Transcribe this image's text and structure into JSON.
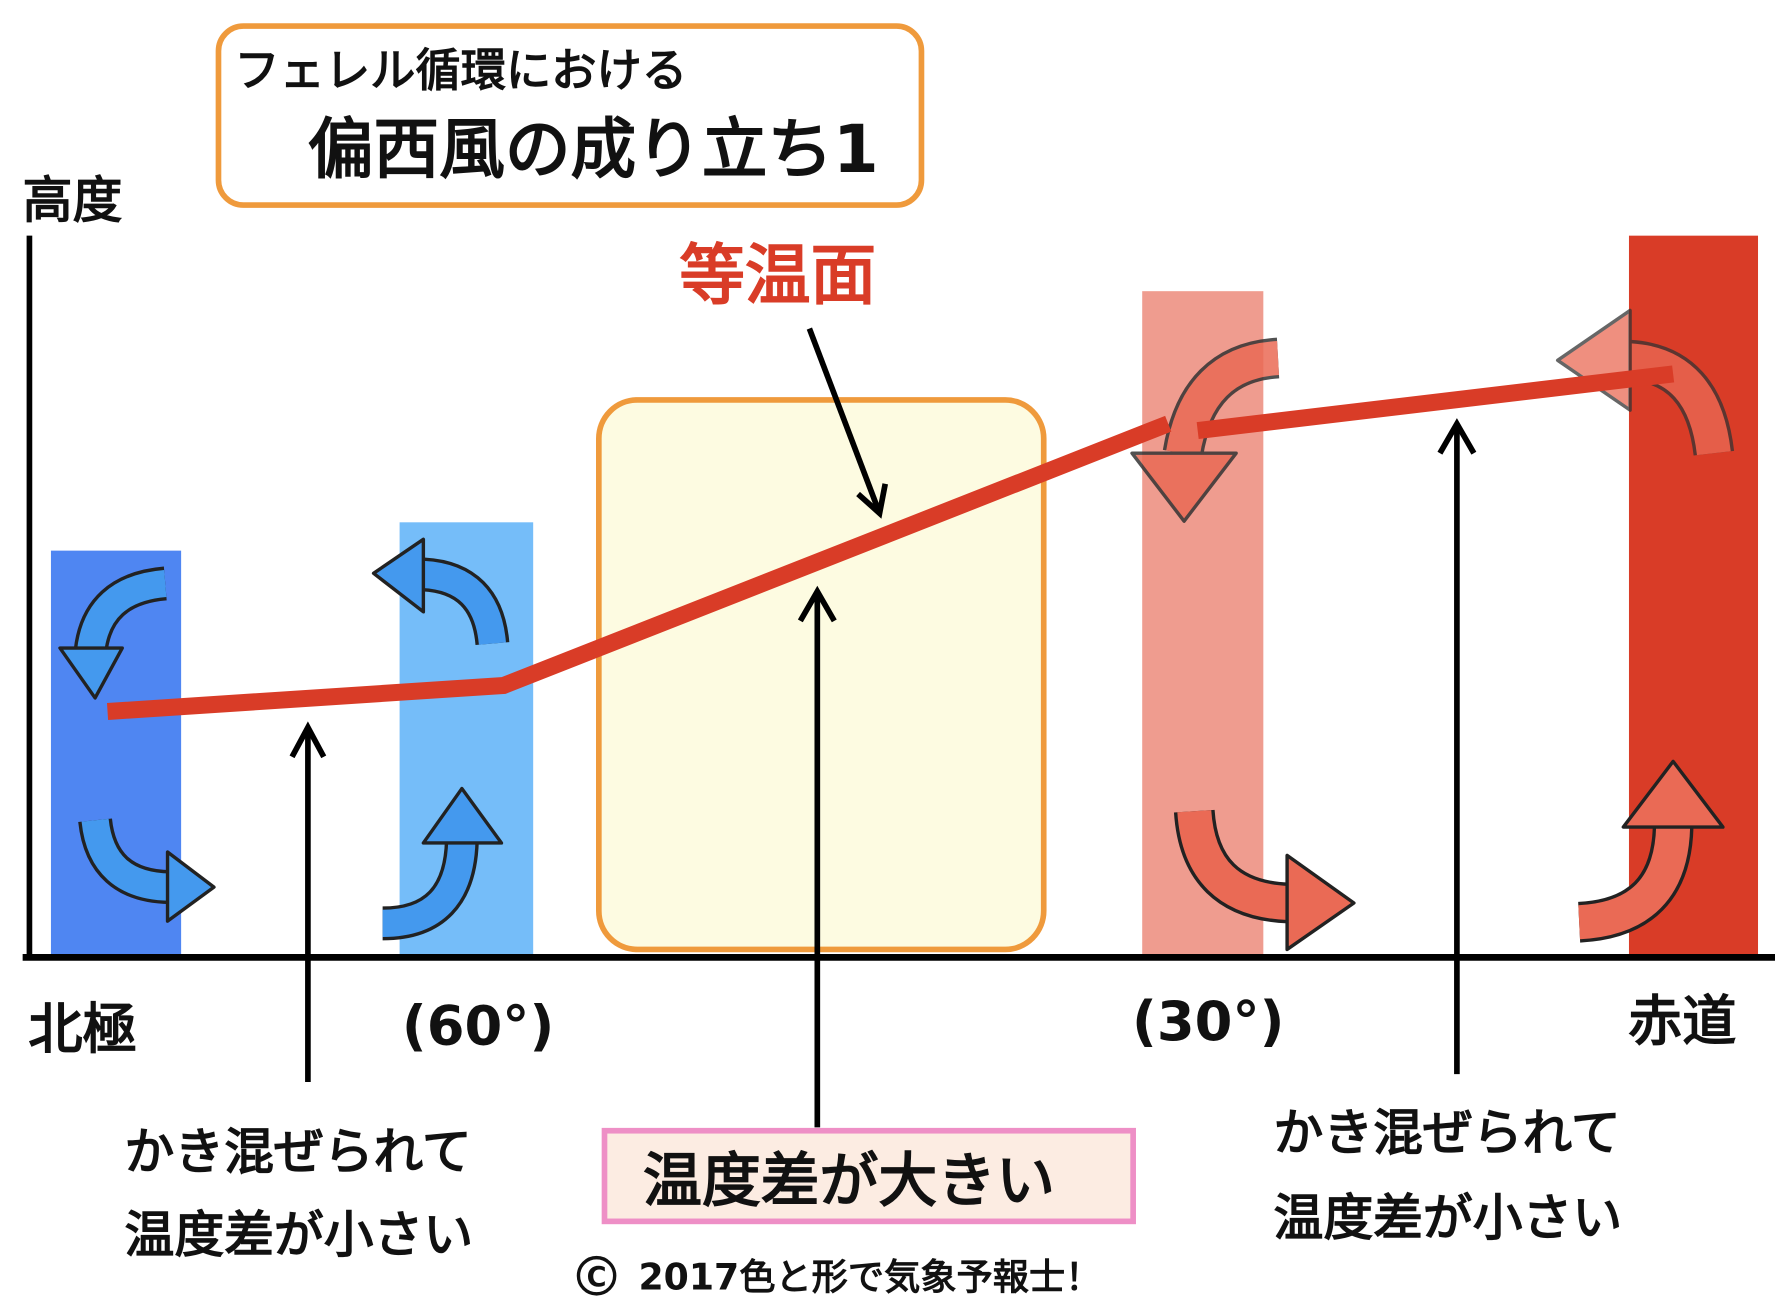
{
  "title": {
    "line1": "フェレル循環における",
    "line2": "偏西風の成り立ち1"
  },
  "axis": {
    "y_label": "高度"
  },
  "isotherm_label": "等温面",
  "x_labels": {
    "pole": "北極",
    "lat60": "(60°)",
    "lat30": "(30°)",
    "equator": "赤道"
  },
  "notes": {
    "left": {
      "line1": "かき混ぜられて",
      "line2": "温度差が小さい"
    },
    "center": "温度差が大きい",
    "right": {
      "line1": "かき混ぜられて",
      "line2": "温度差が小さい"
    }
  },
  "copyright": "2017色と形で気象予報士！",
  "copyright_symbol": "C",
  "colors": {
    "cold_dark": "#4f86f2",
    "cold_light": "#75bdf9",
    "warm_light": "#ef9c8f",
    "warm_dark": "#d93c27",
    "isotherm": "#d93c27",
    "orange": "#ef9a3c",
    "pink": "#ee8fc6",
    "blue_arrow": "#4499ee",
    "red_arrow": "#ea6a55"
  }
}
